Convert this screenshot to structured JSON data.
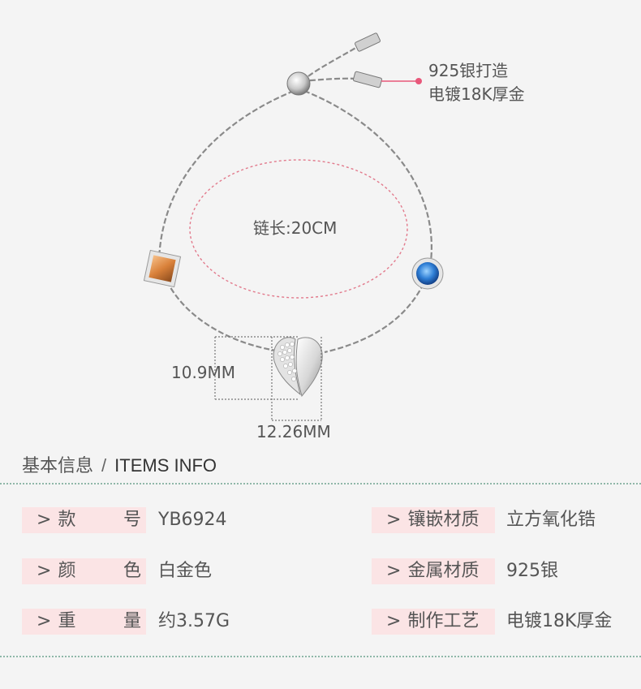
{
  "annotations": {
    "material_line1": "925银打造",
    "material_line2": "电镀18K厚金",
    "chain_length": "链长:20CM",
    "height": "10.9MM",
    "width": "12.26MM"
  },
  "info": {
    "title_cn": "基本信息",
    "separator": "/",
    "title_en": "ITEMS INFO",
    "arrow": ">",
    "left": [
      {
        "label_a": "款",
        "label_b": "号",
        "value": "YB6924"
      },
      {
        "label_a": "颜",
        "label_b": "色",
        "value": "白金色"
      },
      {
        "label_a": "重",
        "label_b": "量",
        "value": "约3.57G"
      }
    ],
    "right": [
      {
        "label": "镶嵌材质",
        "value": "立方氧化锆"
      },
      {
        "label": "金属材质",
        "value": "925银"
      },
      {
        "label": "制作工艺",
        "value": "电镀18K厚金"
      }
    ]
  },
  "colors": {
    "background": "#f4f4f4",
    "label_bg": "#fbe4e5",
    "divider": "#8fb7a8",
    "pointer": "#e8577a",
    "gem_orange": "#d9813a",
    "gem_blue": "#2f7fd6"
  }
}
